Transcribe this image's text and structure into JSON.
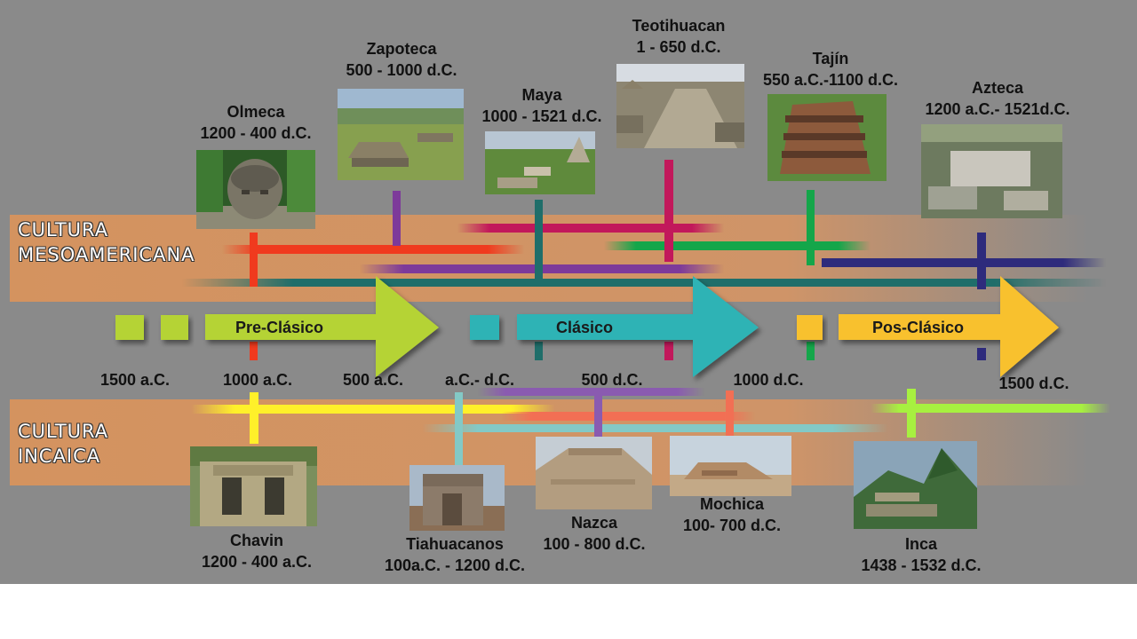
{
  "bands": {
    "meso": [
      "CULTURA",
      "MESOAMERICANA"
    ],
    "inca": [
      "CULTURA",
      "INCAICA"
    ]
  },
  "eras": {
    "preclasico": "Pre-Clásico",
    "clasico": "Clásico",
    "posclasico": "Pos-Clásico"
  },
  "ticks": [
    "1500 a.C.",
    "1000 a.C.",
    "500 a.C.",
    "a.C.- d.C.",
    "500 d.C.",
    "1000 d.C.",
    "1500 d.C."
  ],
  "cultures": {
    "olmeca": {
      "name": "Olmeca",
      "dates": "1200 - 400 d.C."
    },
    "zapoteca": {
      "name": "Zapoteca",
      "dates": "500 - 1000 d.C."
    },
    "maya": {
      "name": "Maya",
      "dates": "1000 - 1521 d.C."
    },
    "teotihuacan": {
      "name": "Teotihuacan",
      "dates": "1 -  650 d.C."
    },
    "tajin": {
      "name": "Tajín",
      "dates": "550 a.C.-1100 d.C."
    },
    "azteca": {
      "name": "Azteca",
      "dates": "1200 a.C.- 1521d.C."
    },
    "chavin": {
      "name": "Chavin",
      "dates": "1200 - 400 a.C."
    },
    "tiahuacanos": {
      "name": "Tiahuacanos",
      "dates": "100a.C. - 1200 d.C."
    },
    "nazca": {
      "name": "Nazca",
      "dates": "100 - 800 d.C."
    },
    "mochica": {
      "name": "Mochica",
      "dates": "100- 700 d.C."
    },
    "inca": {
      "name": "Inca",
      "dates": "1438 - 1532 d.C."
    }
  },
  "colors": {
    "background": "#8a8a8a",
    "band": "#d4935f",
    "preclasico": "#b5d334",
    "clasico": "#2fb3b5",
    "posclasico": "#f8c12d",
    "olmeca": "#f03a1e",
    "zapoteca": "#7d3a9a",
    "maya": "#1f6e6a",
    "teotihuacan": "#c2185b",
    "tajin": "#14a64a",
    "azteca": "#2e2b7c",
    "chavin": "#fff02a",
    "tiahuacanos": "#83c9c6",
    "nazca": "#8a5bb0",
    "mochica": "#f26f54",
    "inca": "#a7f040"
  }
}
